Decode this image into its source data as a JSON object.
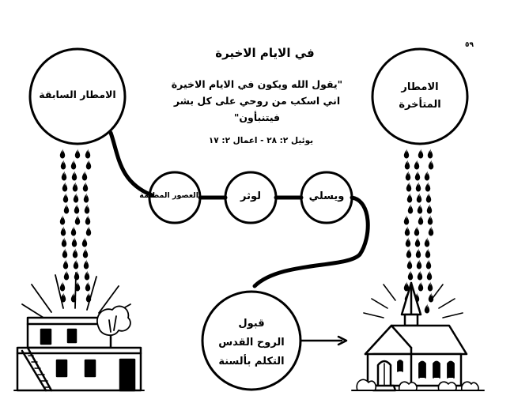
{
  "header": {
    "title": "في الايام الاخيرة",
    "verse_line1": "\"يقول الله ويكون في الايام الاخيرة",
    "verse_line2": "اني اسكب من روحي على كل بشر",
    "verse_line3": "فيتنبأون\"",
    "reference": "يوئيل ٢: ٢٨ - اعمال ٢: ١٧",
    "page_number": "٥٩"
  },
  "circles": {
    "former_rain": "الامطار السابقة",
    "latter_rain_line1": "الامطار",
    "latter_rain_line2": "المتأخرة"
  },
  "chain": {
    "dark_ages": "العصور المظلمة",
    "luther": "لوثر",
    "wesley": "ويسلي"
  },
  "reception": {
    "line1": "قبول",
    "line2": "الروح القدس",
    "line3": "التكلم بألسنة"
  }
}
